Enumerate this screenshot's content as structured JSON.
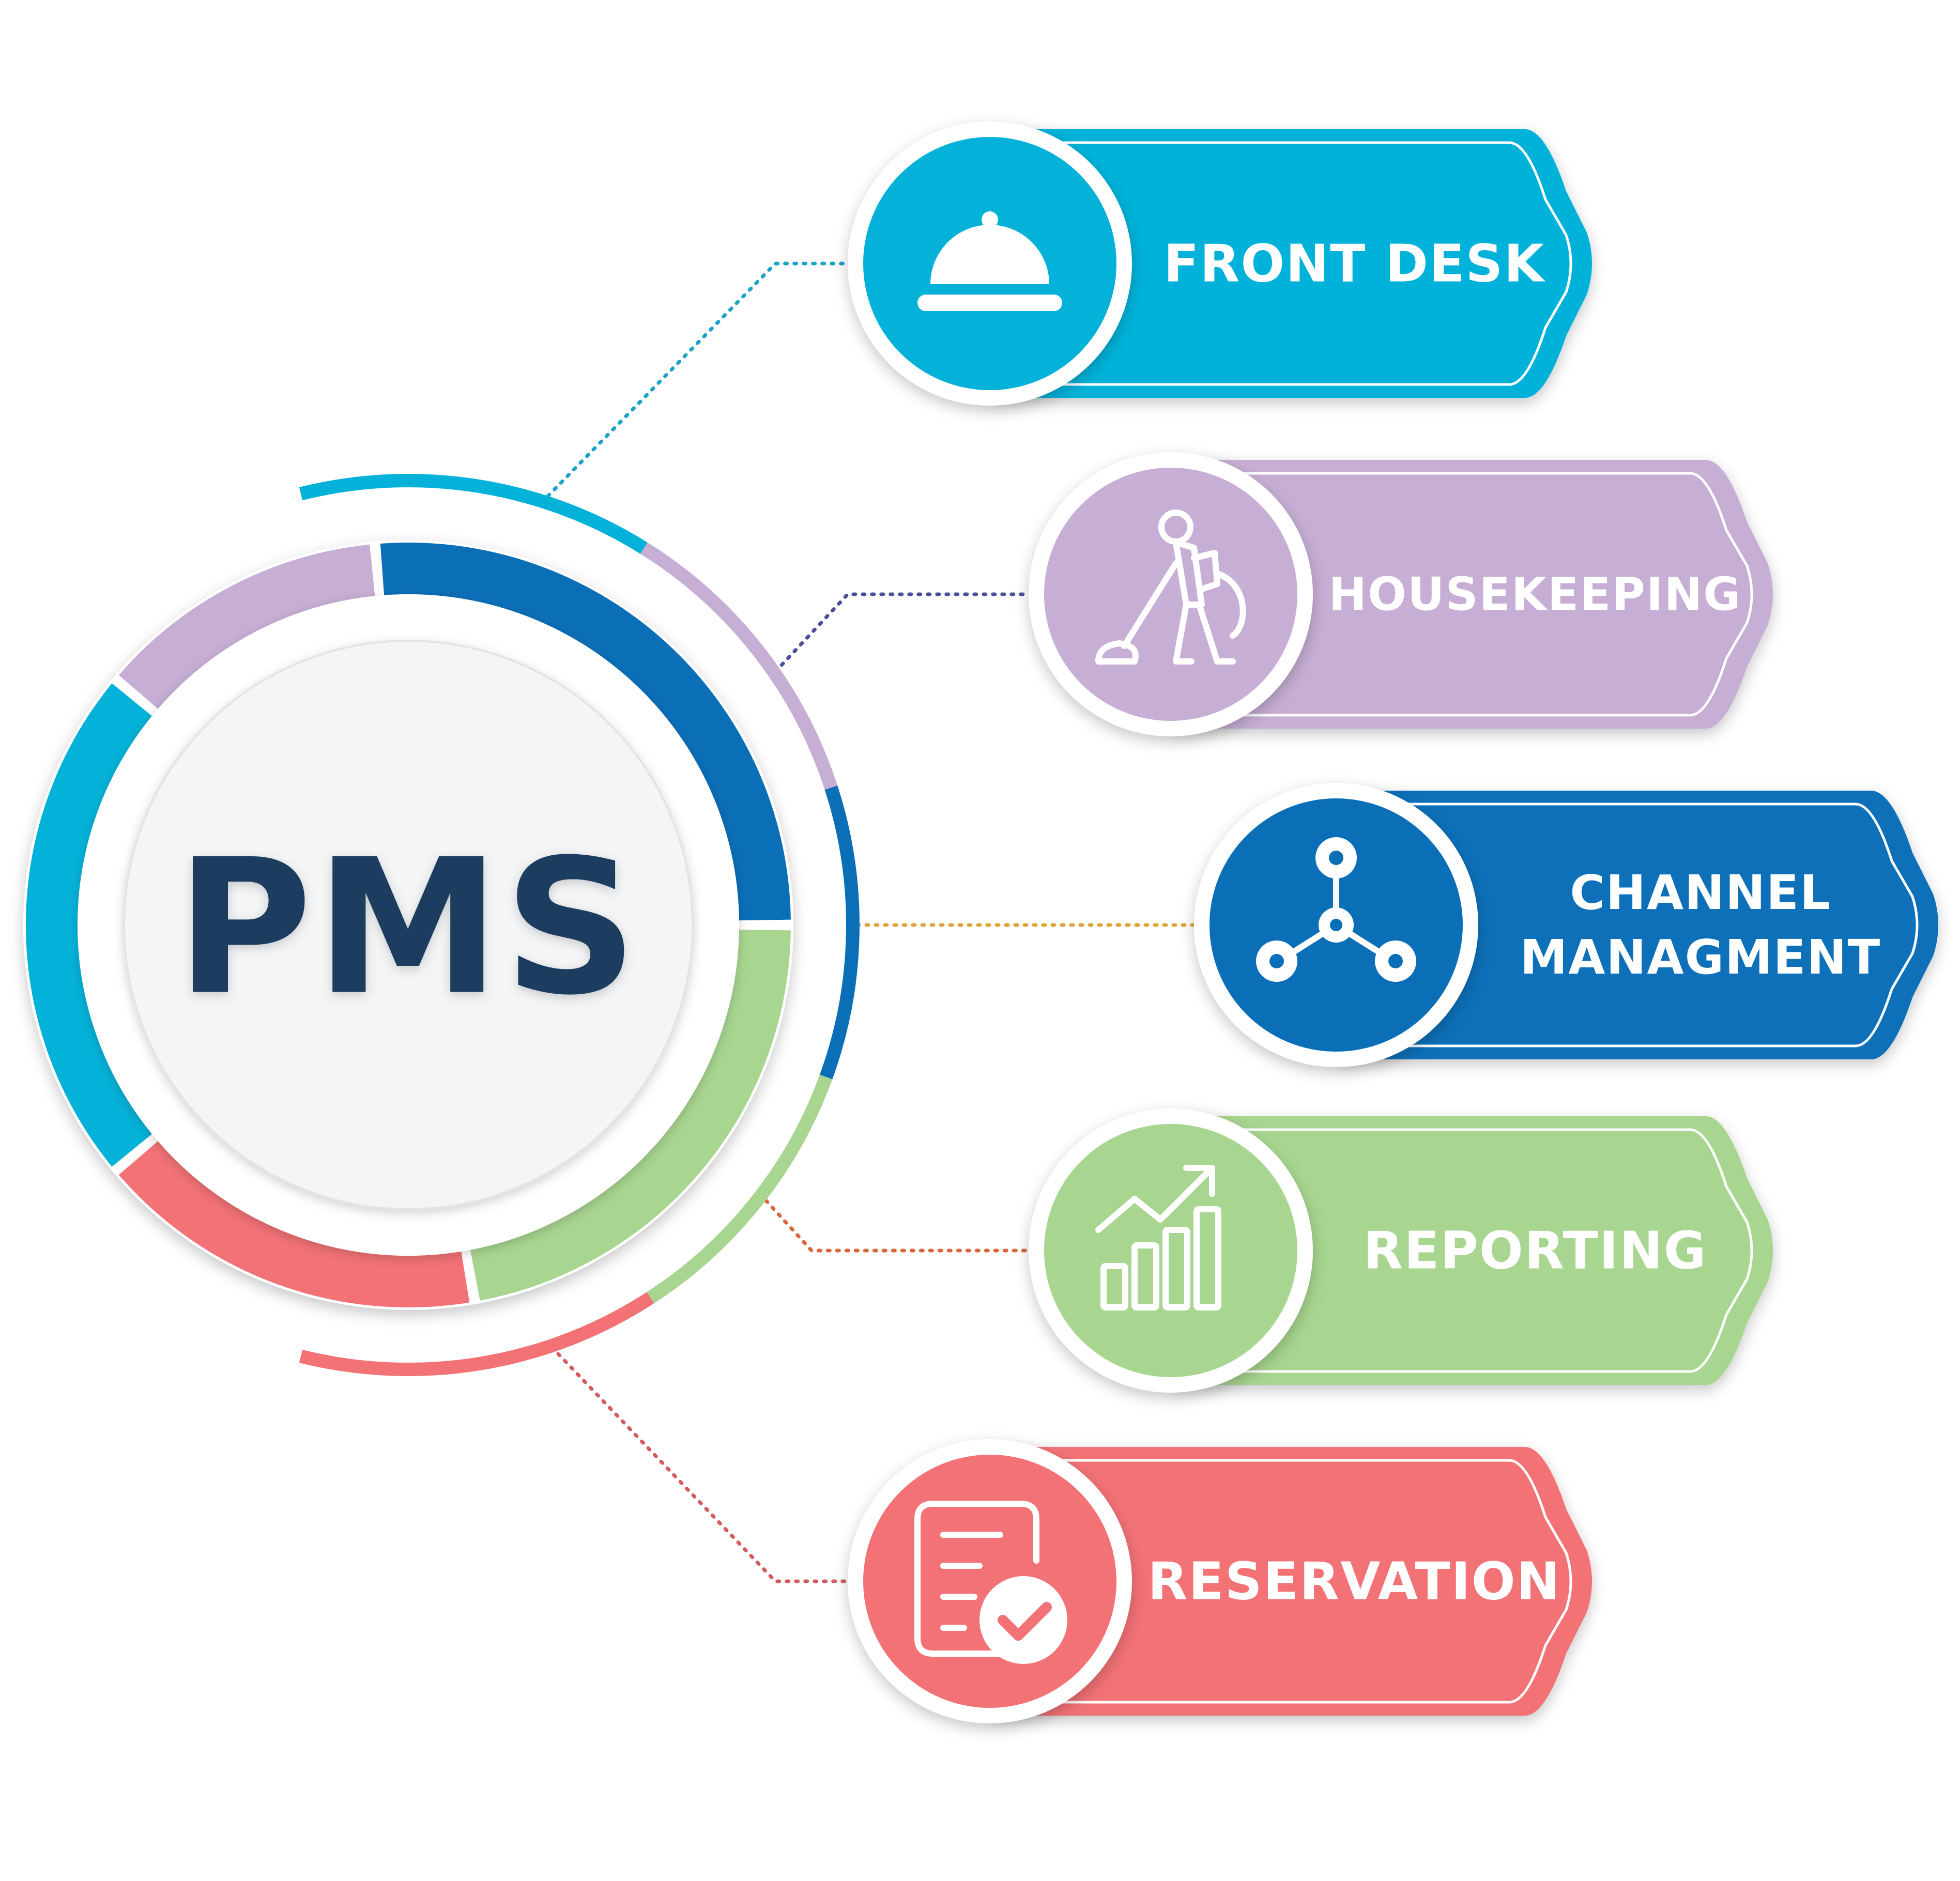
{
  "center": {
    "label": "PMS",
    "text_color": "#1f3d5e"
  },
  "items": [
    {
      "key": "front_desk",
      "label_lines": [
        "FRONT DESK"
      ],
      "color": "#04b2d9",
      "icon": "service-bell-icon"
    },
    {
      "key": "housekeeping",
      "label_lines": [
        "HOUSEKEEPING"
      ],
      "color": "#c6aed4",
      "icon": "vacuum-cleaner-icon"
    },
    {
      "key": "channel_management",
      "label_lines": [
        "CHANNEL",
        "MANAGMENT"
      ],
      "color": "#0b6fb8",
      "icon": "network-nodes-icon"
    },
    {
      "key": "reporting",
      "label_lines": [
        "REPORTING"
      ],
      "color": "#a8d58f",
      "icon": "bar-chart-growth-icon"
    },
    {
      "key": "reservation",
      "label_lines": [
        "RESERVATION"
      ],
      "color": "#f27276",
      "icon": "clipboard-check-icon"
    }
  ],
  "connector_colors": [
    "#1aa3c9",
    "#4a4f9c",
    "#e0a23a",
    "#d8663a",
    "#d45a5e"
  ]
}
